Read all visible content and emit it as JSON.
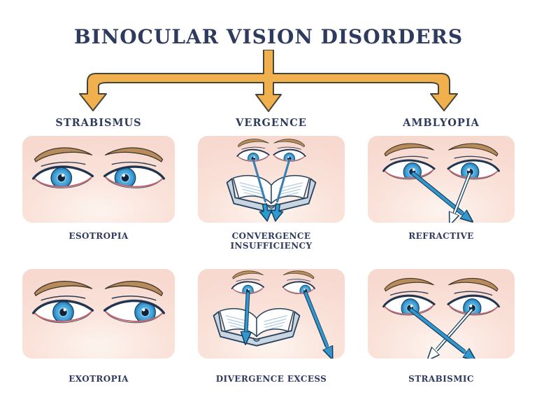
{
  "title": "BINOCULAR VISION DISORDERS",
  "categories": [
    {
      "label": "STRABISMUS"
    },
    {
      "label": "VERGENCE"
    },
    {
      "label": "AMBLYOPIA"
    }
  ],
  "panels": [
    {
      "category": "STRABISMUS",
      "caption": "ESOTROPIA",
      "illustration": "two-eyes-right-eye-turned-inward"
    },
    {
      "category": "VERGENCE",
      "caption": "CONVERGENCE INSUFFICIENCY",
      "illustration": "eyes-gazing-down-at-open-book-arrows-diverge-below"
    },
    {
      "category": "AMBLYOPIA",
      "caption": "REFRACTIVE",
      "illustration": "gaze-arrows-converging-v-one-solid-one-outline"
    },
    {
      "category": "STRABISMUS",
      "caption": "EXOTROPIA",
      "illustration": "two-eyes-right-eye-turned-outward"
    },
    {
      "category": "VERGENCE",
      "caption": "DIVERGENCE EXCESS",
      "illustration": "one-eye-on-book-other-eye-arrow-veers-outward"
    },
    {
      "category": "AMBLYOPIA",
      "caption": "STRABISMIC",
      "illustration": "gaze-arrows-crossing-x-one-solid-one-outline"
    }
  ],
  "icons": {
    "branch_arrow": "three-way-down-branching-arrow",
    "eye": "eye-with-brow-icon",
    "book": "open-book-icon",
    "solid_gaze_arrow": "solid-blue-gaze-arrow-icon",
    "outline_gaze_arrow": "white-outline-gaze-arrow-icon"
  },
  "colors": {
    "text_navy": "#2e3a5e",
    "branch_arrow_yellow": "#f1b04e",
    "branch_arrow_outline": "#474538",
    "panel_pink": "#f8dcd4",
    "iris_blue": "#3e9bd4",
    "gaze_arrow_blue": "#3396cd",
    "eyebrow_brown": "#b78b5a",
    "lid_navy": "#223550",
    "lower_lid_pink": "#c4666c"
  }
}
